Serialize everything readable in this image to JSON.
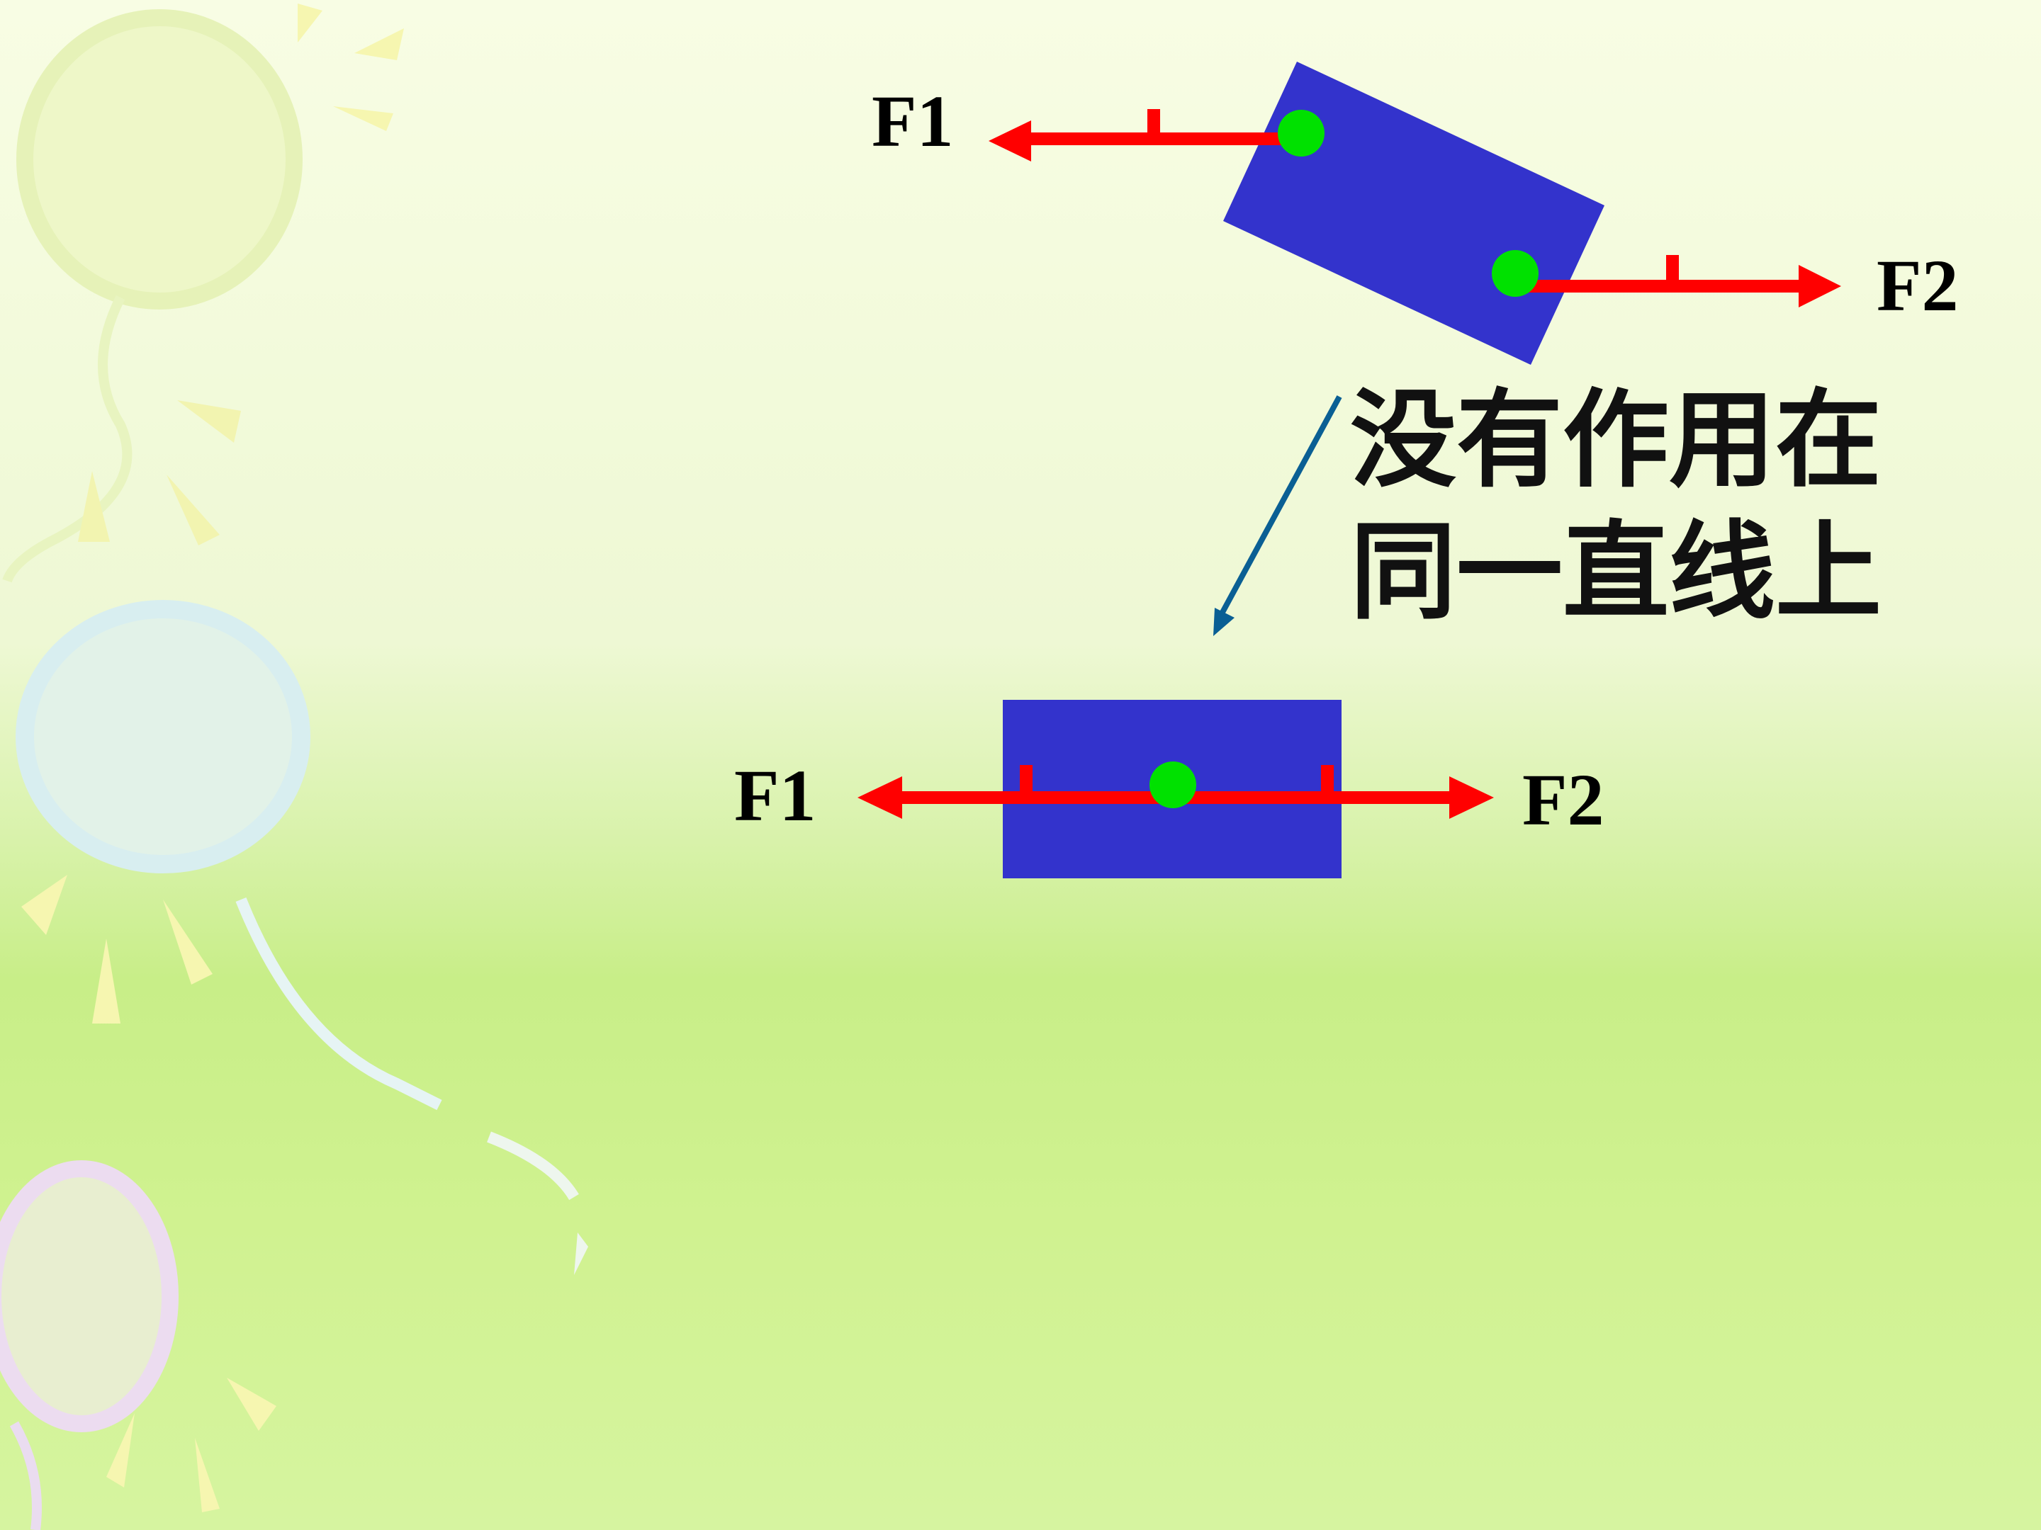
{
  "colors": {
    "block": "#3333cc",
    "force": "#ff0000",
    "point": "#00e100",
    "pointer": "#0a5f94"
  },
  "top_diagram": {
    "f1_label": "F1",
    "f2_label": "F2"
  },
  "bottom_diagram": {
    "f1_label": "F1",
    "f2_label": "F2"
  },
  "caption": {
    "line1": "没有作用在",
    "line2": "同一直线上"
  }
}
